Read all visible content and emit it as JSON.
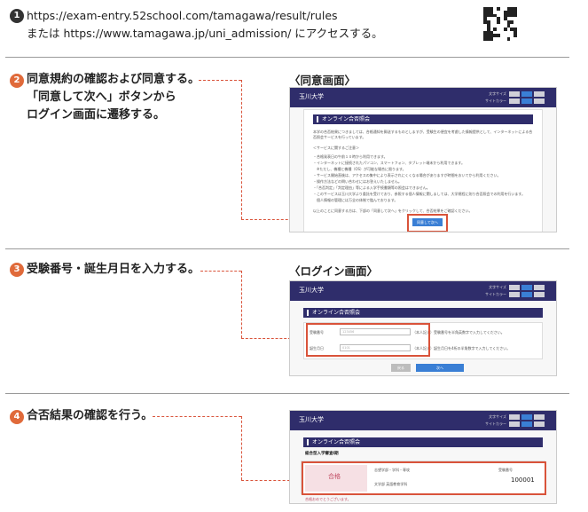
{
  "step1": {
    "number": "1",
    "url_line": "https://exam-entry.52school.com/tamagawa/result/rules",
    "url_line2": "または https://www.tamagawa.jp/uni_admission/ にアクセスする。"
  },
  "step2": {
    "number": "2",
    "line1": "同意規約の確認および同意する。",
    "line2": "「同意して次へ」ボタンから",
    "line3": "ログイン画面に遷移する。",
    "caption": "〈同意画面〉"
  },
  "step3": {
    "number": "3",
    "line1": "受験番号・誕生月日を入力する。",
    "caption": "〈ログイン画面〉"
  },
  "step4": {
    "number": "4",
    "line1": "合否結果の確認を行う。"
  },
  "shots": {
    "brand": "玉川大学",
    "ctl_size": "文字サイズ",
    "ctl_color": "サイトカラー",
    "page_heading": "オンライン合否照会",
    "agree": {
      "intro": "本学の合否結果につきましては、合格通知を郵送するものとしますが、受験生の便宜を考慮した情報提供として、インターネットによる合否照会サービスを行っています。",
      "service_heading": "＜サービスに関するご注意＞",
      "notes": [
        "・合格発表日の午前１０時から利用できます。",
        "・インターネットに接続されたパソコン、スマートフォン、タブレット端末から利用できます。",
        "　※ただし、機種と機種（OS）が可能な場合に限ります。",
        "・サービス開始直後は、アクセスの集中により表示されにくくなる場合がありますが時間をおいてから利用ください。",
        "・操作方法などの問い合わせにはお答えいたしません。",
        "・「合否判定」「判定理由」等による入学手続書類等の照会はできません。",
        "・このサービスは玉川大学より委託を受けており、参照する個人情報に関しましては、大学規程に則り合否照会での利用を行います。",
        "　個人情報の管理には万全の体制で臨んでおります。"
      ],
      "closing": "以上のことに同意する方は、下部の「同意して次へ」をクリックして、合否結果をご確認ください。",
      "agree_button": "同意して次へ"
    },
    "login": {
      "exam_label": "受験番号",
      "exam_placeholder": "123456",
      "exam_hint": "（本人記入）受験番号を半角英数字で入力してください。",
      "birth_label": "誕生月日",
      "birth_placeholder": "0101",
      "birth_hint": "（本人記入）誕生月日を4桁の半角数字で入力してください。",
      "back_button": "戻る",
      "next_button": "次へ"
    },
    "result": {
      "exam_name": "総合型入学審査Ⅰ期",
      "status": "合格",
      "col_dept": "志望学部・学科・専攻",
      "col_num": "受験番号",
      "dept": "文学部 英語教育学科",
      "number": "100001",
      "footer_note": "合格おめでとうございます。"
    }
  },
  "colors": {
    "accent": "#d9533a",
    "nav": "#2f2d6b",
    "button": "#3a7fd5"
  }
}
